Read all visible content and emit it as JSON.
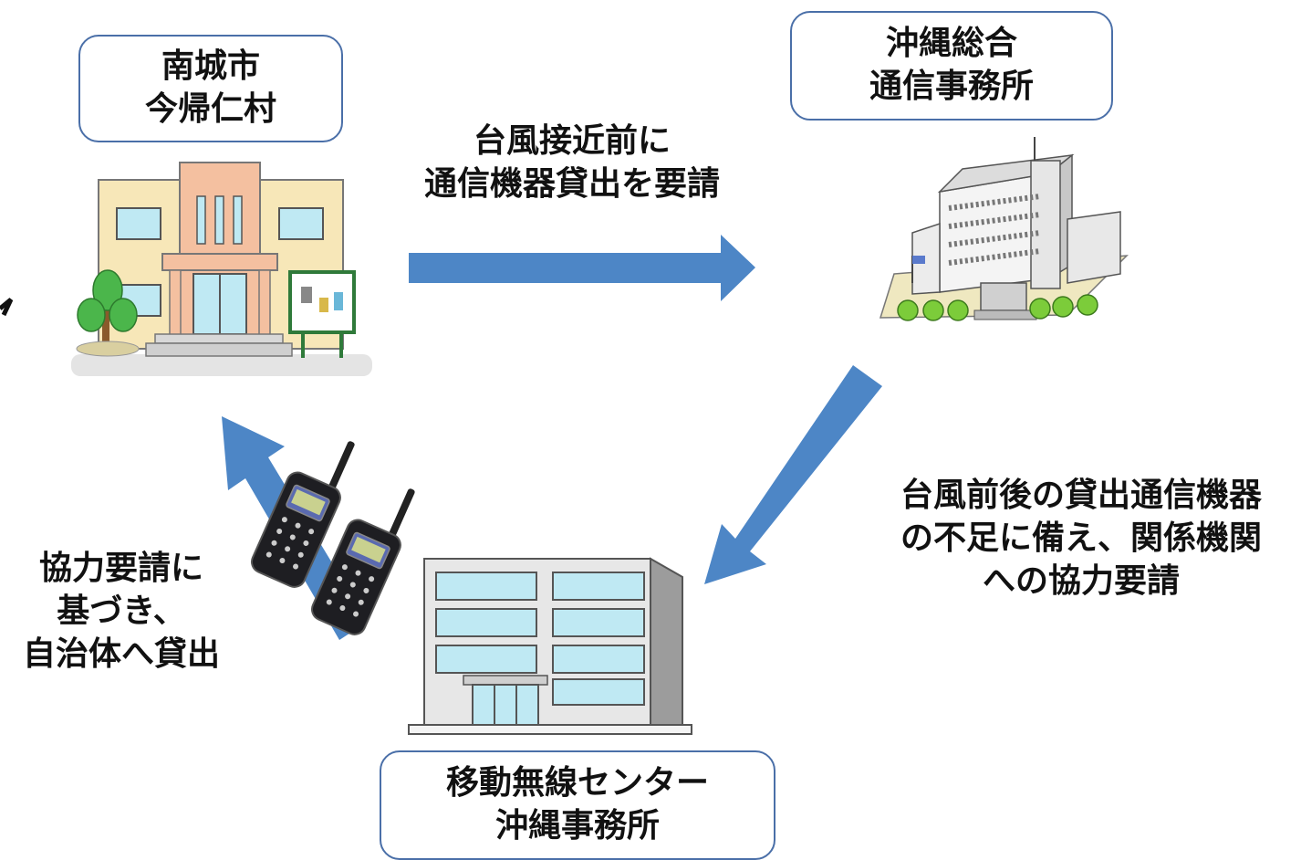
{
  "nodes": {
    "city": {
      "lines": [
        "南城市",
        "今帰仁村"
      ]
    },
    "bureau": {
      "lines": [
        "沖縄総合",
        "通信事務所"
      ]
    },
    "center": {
      "lines": [
        "移動無線センター",
        "沖縄事務所"
      ]
    }
  },
  "edges": {
    "request": {
      "lines": [
        "台風接近前に",
        "通信機器貸出を要請"
      ]
    },
    "cooperation": {
      "lines": [
        "台風前後の貸出通信機器",
        "の不足に備え、関係機関",
        "への協力要請"
      ]
    },
    "lending": {
      "lines": [
        "協力要請に",
        "基づき、",
        "自治体へ貸出"
      ]
    }
  },
  "colors": {
    "arrow": "#4d86c6",
    "box_border": "#4a6fa8",
    "city_wall": "#f7e7b8",
    "entrance": "#f4c0a0",
    "window": "#bfe9f3",
    "tree": "#4bb64b"
  },
  "icons": [
    "municipal-building-icon",
    "government-office-icon",
    "office-building-icon",
    "handheld-radio-icon"
  ]
}
